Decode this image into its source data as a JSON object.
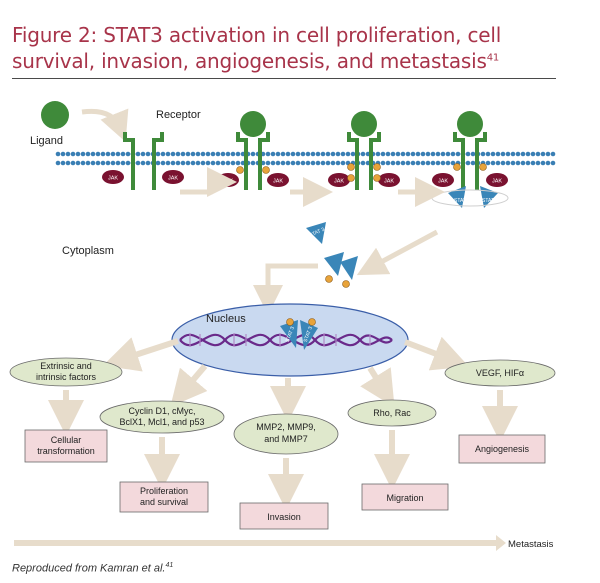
{
  "figure": {
    "title_line1": "Figure 2: STAT3 activation in cell proliferation, cell",
    "title_line2": "survival, invasion, angiogenesis, and metastasis",
    "title_ref": "41",
    "caption": "Reproduced from Kamran et al.",
    "caption_ref": "41"
  },
  "labels": {
    "ligand": "Ligand",
    "receptor": "Receptor",
    "cytoplasm": "Cytoplasm",
    "nucleus": "Nucleus",
    "jak": "JAK",
    "stat3": "STAT 3",
    "metastasis": "Metastasis"
  },
  "targets": {
    "extrinsic_line1": "Extrinsic and",
    "extrinsic_line2": "intrinsic factors",
    "cyclin_line1": "Cyclin D1, cMyc,",
    "cyclin_line2": "BclX1, Mcl1, and p53",
    "mmp_line1": "MMP2, MMP9,",
    "mmp_line2": "and MMP7",
    "rho": "Rho, Rac",
    "vegf": "VEGF, HIFα"
  },
  "outcomes": {
    "cellular_line1": "Cellular",
    "cellular_line2": "transformation",
    "prolif_line1": "Proliferation",
    "prolif_line2": "and survival",
    "invasion": "Invasion",
    "migration": "Migration",
    "angiogenesis": "Angiogenesis"
  },
  "colors": {
    "title": "#a8344a",
    "receptor_green": "#3f8a3a",
    "membrane_blue": "#3a7fb4",
    "jak_maroon": "#7a1230",
    "stat_blue": "#3a86b8",
    "phospho_orange": "#e8a33a",
    "nucleus_fill": "#c9d9f0",
    "dna_purple": "#6a2a8a",
    "target_fill": "#dfe8cc",
    "outcome_fill": "#f3d9dc",
    "arrow_beige": "#e7dccb"
  }
}
